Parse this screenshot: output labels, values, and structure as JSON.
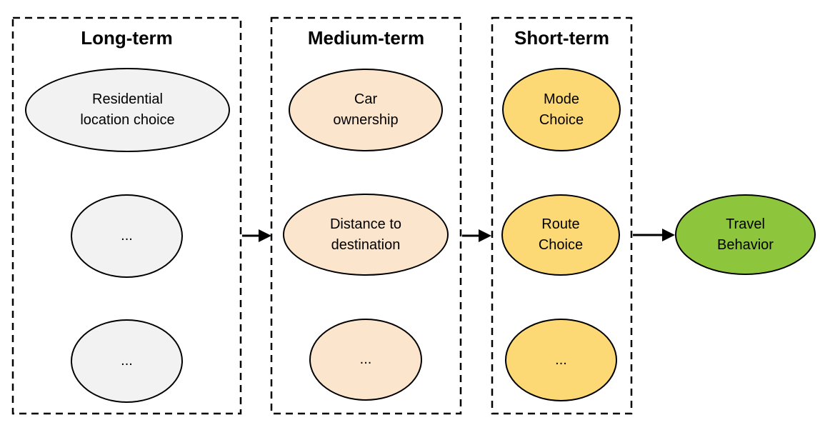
{
  "diagram_title": "",
  "groups": [
    {
      "title": "Long-term",
      "fill": "#f2f2f2",
      "nodes": [
        {
          "label": "Residential\nlocation choice"
        },
        {
          "label": "..."
        },
        {
          "label": "..."
        }
      ]
    },
    {
      "title": "Medium-term",
      "fill": "#fce5cd",
      "nodes": [
        {
          "label": "Car\nownership"
        },
        {
          "label": "Distance to\ndestination"
        },
        {
          "label": "..."
        }
      ]
    },
    {
      "title": "Short-term",
      "fill": "#fcd975",
      "nodes": [
        {
          "label": "Mode\nChoice"
        },
        {
          "label": "Route\nChoice"
        },
        {
          "label": "..."
        }
      ]
    }
  ],
  "result_node": {
    "label": "Travel\nBehavior",
    "fill": "#8dc63c"
  },
  "arrows": [
    {
      "from": "Long-term",
      "to": "Medium-term"
    },
    {
      "from": "Medium-term",
      "to": "Short-term"
    },
    {
      "from": "Short-term",
      "to": "Travel Behavior"
    }
  ],
  "colors": {
    "stroke": "#000000",
    "background": "#ffffff",
    "long_term_fill": "#f2f2f2",
    "medium_term_fill": "#fce5cd",
    "short_term_fill": "#fcd975",
    "travel_behavior_fill": "#8dc63c"
  }
}
